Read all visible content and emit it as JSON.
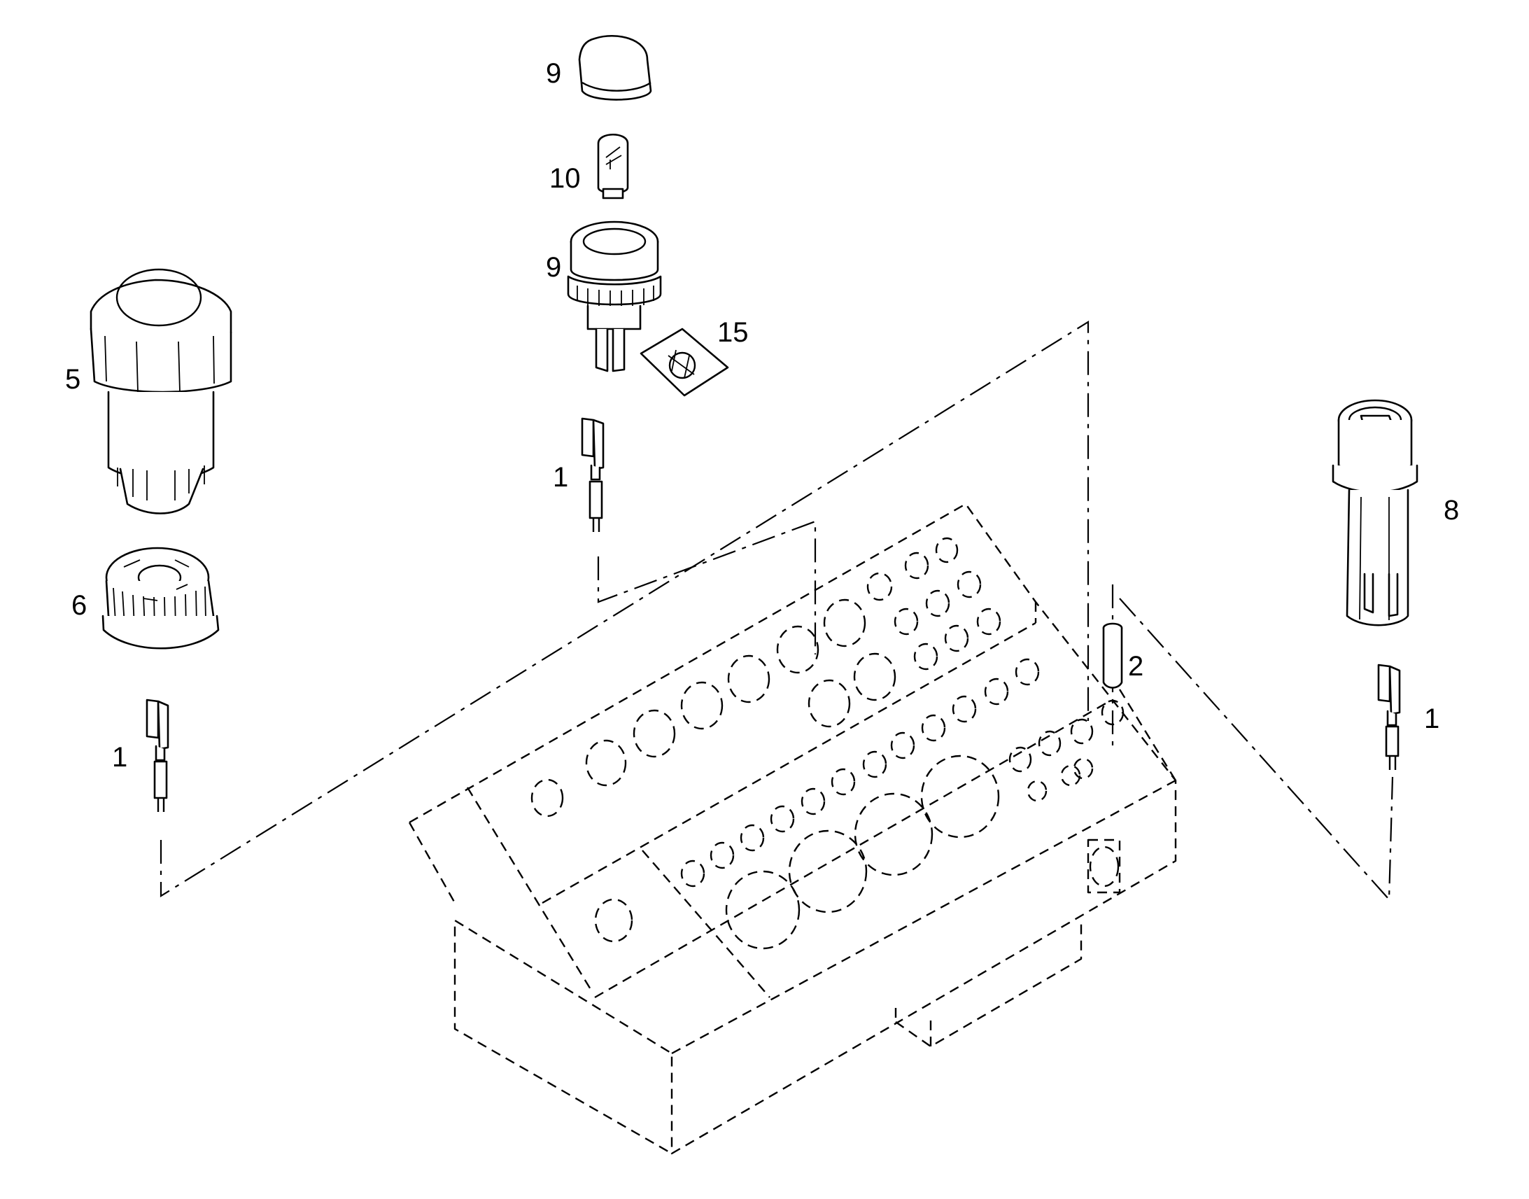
{
  "callouts": {
    "c9_cap": "9",
    "c10": "10",
    "c9_holder": "9",
    "c15": "15",
    "c5": "5",
    "c1_center": "1",
    "c8": "8",
    "c6": "6",
    "c2": "2",
    "c1_left": "1",
    "c1_right": "1"
  }
}
